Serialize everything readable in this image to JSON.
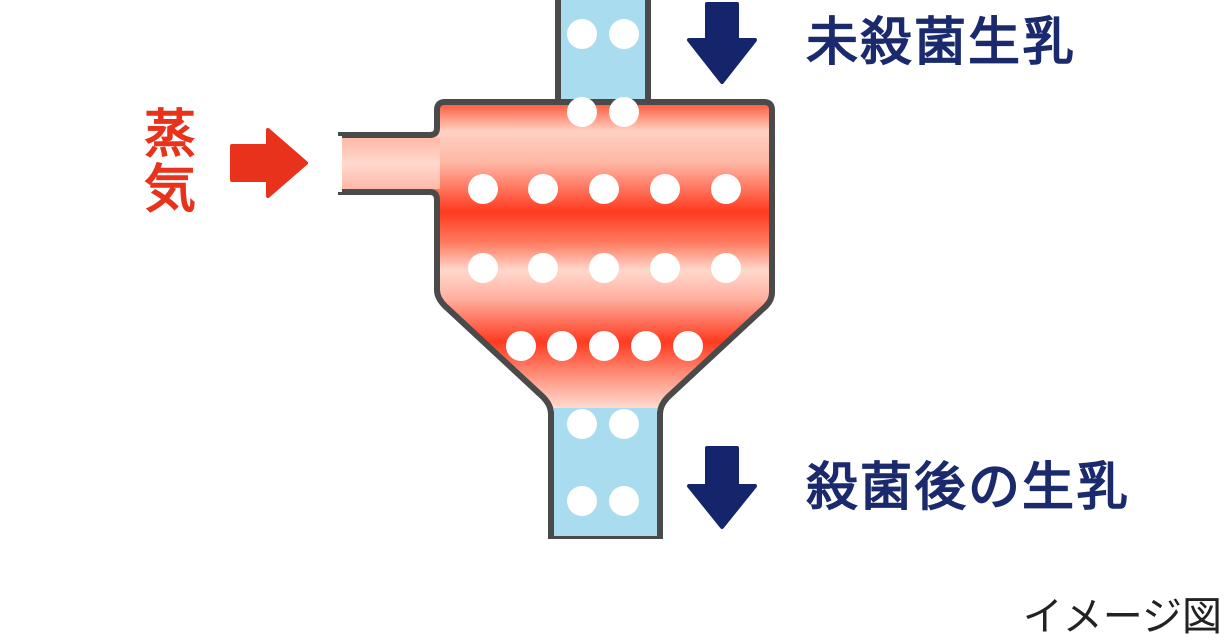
{
  "labels": {
    "input_milk": "未殺菌生乳",
    "steam_line1": "蒸",
    "steam_line2": "気",
    "output_milk": "殺菌後の生乳",
    "caption": "イメージ図"
  },
  "colors": {
    "milk_pipe": "#a8dcee",
    "steam_red": "#ff3a1f",
    "steam_light": "#ffd5c8",
    "arrow_blue": "#15256b",
    "arrow_red": "#e8321c",
    "outline": "#4a4a4a"
  },
  "icons": {
    "input_arrow": "down-arrow-icon",
    "steam_arrow": "right-arrow-icon",
    "output_arrow": "down-arrow-icon"
  }
}
